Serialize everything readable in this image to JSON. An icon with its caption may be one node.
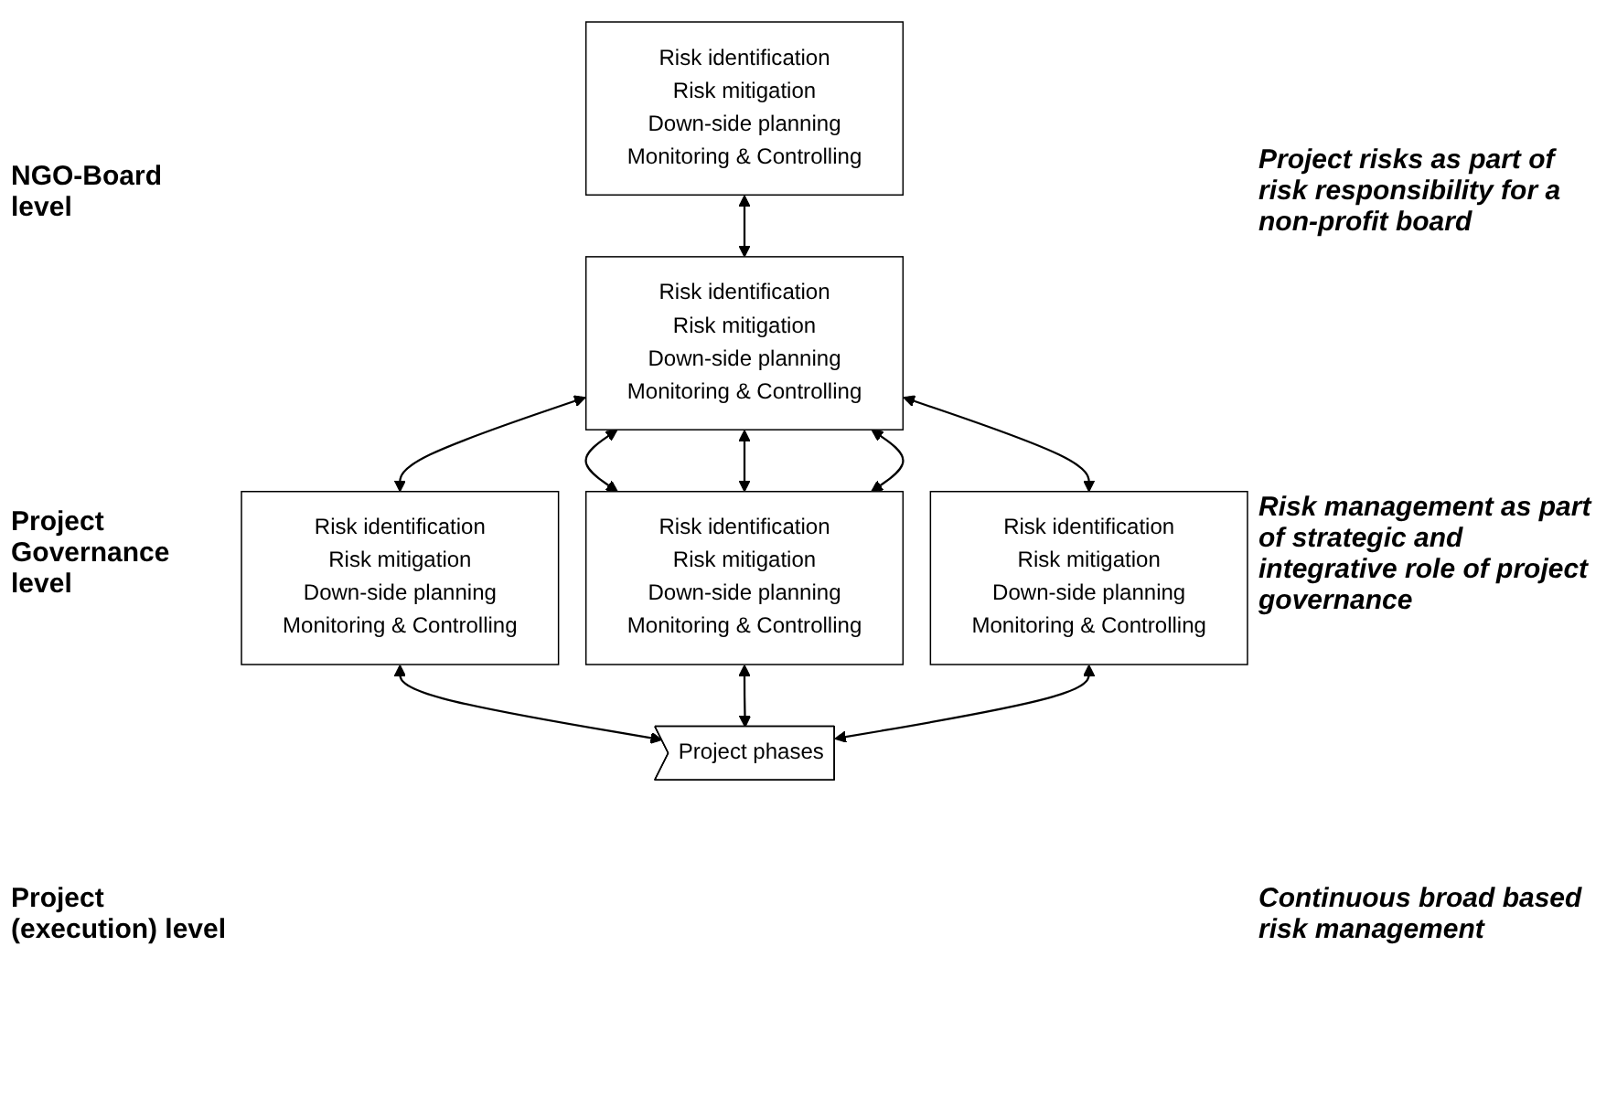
{
  "diagram": {
    "nodes": [
      {
        "text": [
          "Risk identification",
          "Risk mitigation",
          "Down-side planning",
          "Monitoring & Controlling"
        ]
      },
      {
        "text": [
          "Risk identification",
          "Risk mitigation",
          "Down-side planning",
          "Monitoring & Controlling"
        ]
      },
      {
        "text": [
          "Risk identification",
          "Risk mitigation",
          "Down-side planning",
          "Monitoring & Controlling"
        ]
      },
      {
        "text": [
          "Risk identification",
          "Risk mitigation",
          "Down-side planning",
          "Monitoring & Controlling"
        ]
      },
      {
        "text": [
          "Risk identification",
          "Risk mitigation",
          "Down-side planning",
          "Monitoring & Controlling"
        ]
      },
      {
        "text": [
          "Project phases"
        ]
      }
    ],
    "edges": [
      {
        "from": 0,
        "to": 1,
        "arrow": "both"
      },
      {
        "from": 1,
        "to": 2,
        "arrow": "both"
      },
      {
        "from": 1,
        "to": 3,
        "arrow": "both"
      },
      {
        "from": 1,
        "to": 3,
        "arrow": "both"
      },
      {
        "from": 1,
        "to": 3,
        "arrow": "both"
      },
      {
        "from": 1,
        "to": 4,
        "arrow": "both"
      },
      {
        "from": 2,
        "to": 5,
        "arrow": "both"
      },
      {
        "from": 3,
        "to": 5,
        "arrow": "both"
      },
      {
        "from": 4,
        "to": 5,
        "arrow": "both"
      }
    ],
    "labels": [
      "NGO-Board level",
      "Project risks as part of risk responsibility for a non-profit board",
      "Project Governance level",
      "Risk management as part of strategic and integrative role of project governance",
      "Project (execution) level",
      "Continuous broad based risk management"
    ]
  }
}
